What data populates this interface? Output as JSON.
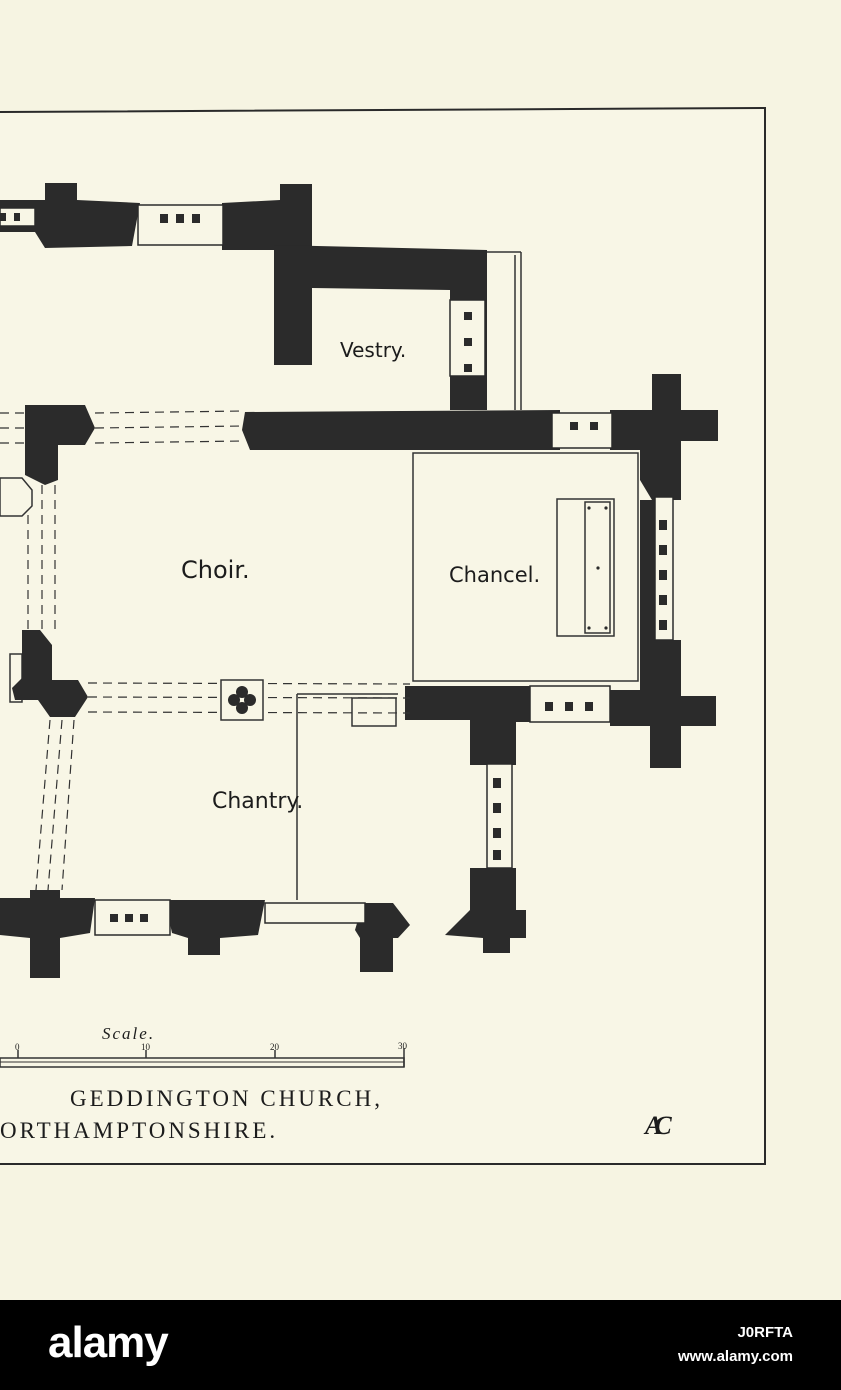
{
  "plan": {
    "rooms": {
      "vestry": "Vestry.",
      "choir": "Choir.",
      "chancel": "Chancel.",
      "chantry": "Chantry."
    },
    "scale": {
      "label": "Scale.",
      "ticks": [
        "0",
        "10",
        "20",
        "30"
      ]
    },
    "caption": {
      "line1": "GEDDINGTON CHURCH,",
      "line2": "ORTHAMPTONSHIRE."
    },
    "monogram": "AC",
    "colors": {
      "paper": "#f6f4e2",
      "ink": "#2b2b2b"
    }
  },
  "watermark": {
    "logo": "alamy",
    "image_id": "J0RFTA",
    "url": "www.alamy.com"
  }
}
